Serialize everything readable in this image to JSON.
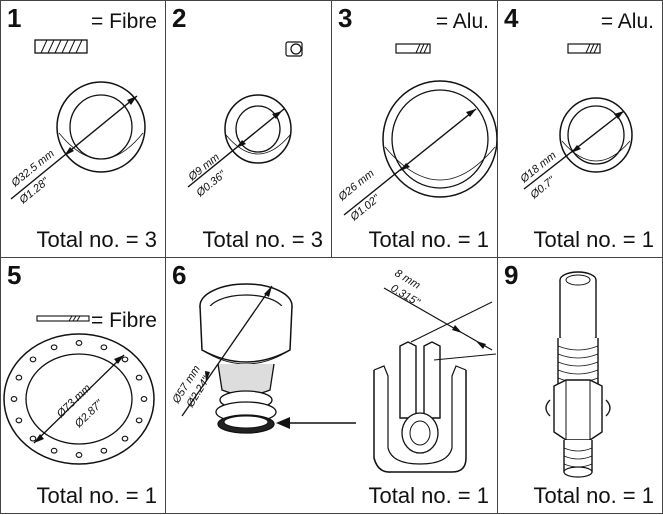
{
  "cells": [
    {
      "number": "1",
      "material": "= Fibre",
      "diameter_mm": "Ø32.5 mm",
      "diameter_in": "Ø1.28\"",
      "total": "Total no. = 3"
    },
    {
      "number": "2",
      "diameter_mm": "Ø9 mm",
      "diameter_in": "Ø0.36\"",
      "total": "Total no. = 3"
    },
    {
      "number": "3",
      "material": "= Alu.",
      "diameter_mm": "Ø26 mm",
      "diameter_in": "Ø1.02\"",
      "total": "Total no. = 1"
    },
    {
      "number": "4",
      "material": "= Alu.",
      "diameter_mm": "Ø18 mm",
      "diameter_in": "Ø0.7\"",
      "total": "Total no. = 1"
    },
    {
      "number": "5",
      "material": "= Fibre",
      "diameter_mm": "Ø73 mm",
      "diameter_in": "Ø2.87\"",
      "total": "Total no. = 1"
    },
    {
      "number": "6",
      "diameter_mm": "Ø57 mm",
      "diameter_in": "Ø2.24\"",
      "width_mm": "8 mm",
      "width_in": "0.315\"",
      "total": "Total no. = 1"
    },
    {
      "number": "9",
      "total": "Total no. = 1"
    }
  ],
  "colors": {
    "line": "#111111",
    "grid": "#444444",
    "hatch": "#222222"
  }
}
